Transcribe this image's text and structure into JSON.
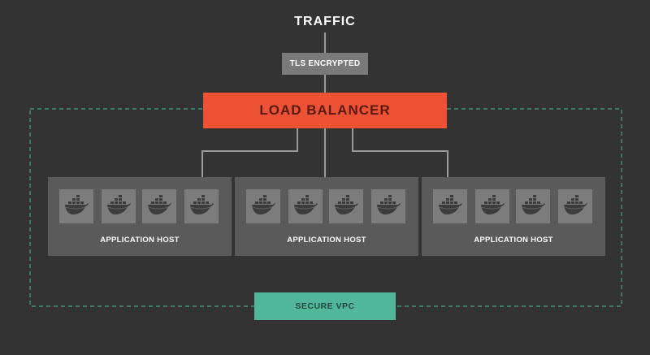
{
  "title": "TRAFFIC",
  "tls_label": "TLS ENCRYPTED",
  "load_balancer_label": "LOAD BALANCER",
  "vpc_label": "SECURE VPC",
  "hosts": [
    {
      "label": "APPLICATION HOST",
      "containers": 4
    },
    {
      "label": "APPLICATION HOST",
      "containers": 4
    },
    {
      "label": "APPLICATION HOST",
      "containers": 4
    }
  ],
  "colors": {
    "background": "#333333",
    "load_balancer": "#ee5234",
    "tls_box": "#7a7a7b",
    "host_box": "#5a5a5a",
    "container_tile": "#7c7c7c",
    "vpc_box": "#52b79a",
    "vpc_border": "#4aa386",
    "connector": "#9a9a9a"
  },
  "icons": {
    "container": "docker-whale-icon"
  }
}
